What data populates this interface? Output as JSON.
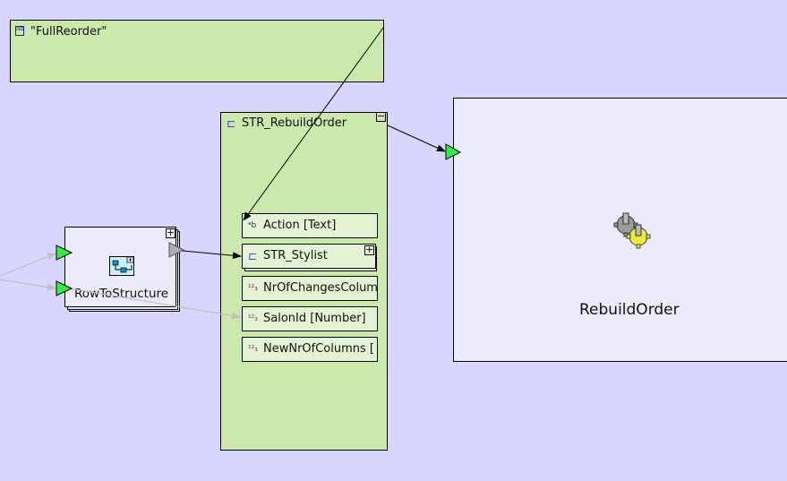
{
  "colors": {
    "canvas_bg": "#d6d6fe",
    "structure_fill": "#cbe9ac",
    "field_fill": "#e3f4d3",
    "process_fill": "#ebebfc",
    "port_active": "#33ee44",
    "port_inactive": "#b0b0b0"
  },
  "constant_node": {
    "icon": "text-constant-icon",
    "label": "\"FullReorder\""
  },
  "structure_node": {
    "icon": "structure-icon",
    "title": "STR_RebuildOrder",
    "collapse_button": "−",
    "fields": [
      {
        "icon": "text-type-icon",
        "icon_glyph": "ᵃb",
        "label": "Action [Text]"
      },
      {
        "icon": "structure-icon",
        "icon_glyph": "⊏",
        "label": "STR_Stylist",
        "expand_button": "+"
      },
      {
        "icon": "number-type-icon",
        "icon_glyph": "¹²₃",
        "label": "NrOfChangesColum"
      },
      {
        "icon": "number-type-icon",
        "icon_glyph": "¹²₃",
        "label": "SalonId [Number]"
      },
      {
        "icon": "number-type-icon",
        "icon_glyph": "¹²₃",
        "label": "NewNrOfColumns ["
      }
    ]
  },
  "row_to_structure_node": {
    "icon": "diagram-icon",
    "label": "RowToStructure",
    "expand_button": "+"
  },
  "process_node": {
    "icon": "gears-icon",
    "label": "RebuildOrder"
  }
}
